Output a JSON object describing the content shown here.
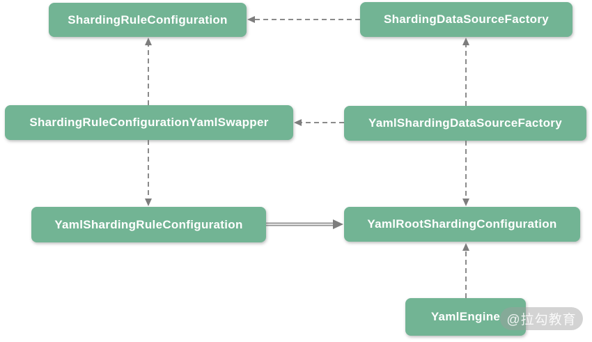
{
  "diagram": {
    "title_hint": "ShardingSphere YAML configuration class dependency diagram",
    "nodes": [
      {
        "id": "sharding-rule-configuration",
        "label": "ShardingRuleConfiguration"
      },
      {
        "id": "sharding-data-source-factory",
        "label": "ShardingDataSourceFactory"
      },
      {
        "id": "sharding-rule-configuration-yaml-swapper",
        "label": "ShardingRuleConfigurationYamlSwapper"
      },
      {
        "id": "yaml-sharding-data-source-factory",
        "label": "YamlShardingDataSourceFactory"
      },
      {
        "id": "yaml-sharding-rule-configuration",
        "label": "YamlShardingRuleConfiguration"
      },
      {
        "id": "yaml-root-sharding-configuration",
        "label": "YamlRootShardingConfiguration"
      },
      {
        "id": "yaml-engine",
        "label": "YamlEngine"
      }
    ],
    "edges": [
      {
        "from": "ShardingDataSourceFactory",
        "to": "ShardingRuleConfiguration",
        "style": "dashed",
        "direction": "left"
      },
      {
        "from": "ShardingRuleConfigurationYamlSwapper",
        "to": "ShardingRuleConfiguration",
        "style": "dashed",
        "direction": "up"
      },
      {
        "from": "YamlShardingDataSourceFactory",
        "to": "ShardingDataSourceFactory",
        "style": "dashed",
        "direction": "up"
      },
      {
        "from": "YamlShardingDataSourceFactory",
        "to": "ShardingRuleConfigurationYamlSwapper",
        "style": "dashed",
        "direction": "left"
      },
      {
        "from": "ShardingRuleConfigurationYamlSwapper",
        "to": "YamlShardingRuleConfiguration",
        "style": "dashed",
        "direction": "down"
      },
      {
        "from": "YamlShardingDataSourceFactory",
        "to": "YamlRootShardingConfiguration",
        "style": "dashed",
        "direction": "down"
      },
      {
        "from": "YamlShardingRuleConfiguration",
        "to": "YamlRootShardingConfiguration",
        "style": "solid",
        "direction": "right"
      },
      {
        "from": "YamlEngine",
        "to": "YamlRootShardingConfiguration",
        "style": "dashed",
        "direction": "up"
      }
    ],
    "colors": {
      "node_fill": "#72b494",
      "node_text": "#ffffff",
      "arrow": "#8a8a8a",
      "background": "#ffffff",
      "watermark_bg": "#9e9e9e",
      "watermark_text": "#ffffff"
    },
    "watermark": "@拉勾教育"
  }
}
